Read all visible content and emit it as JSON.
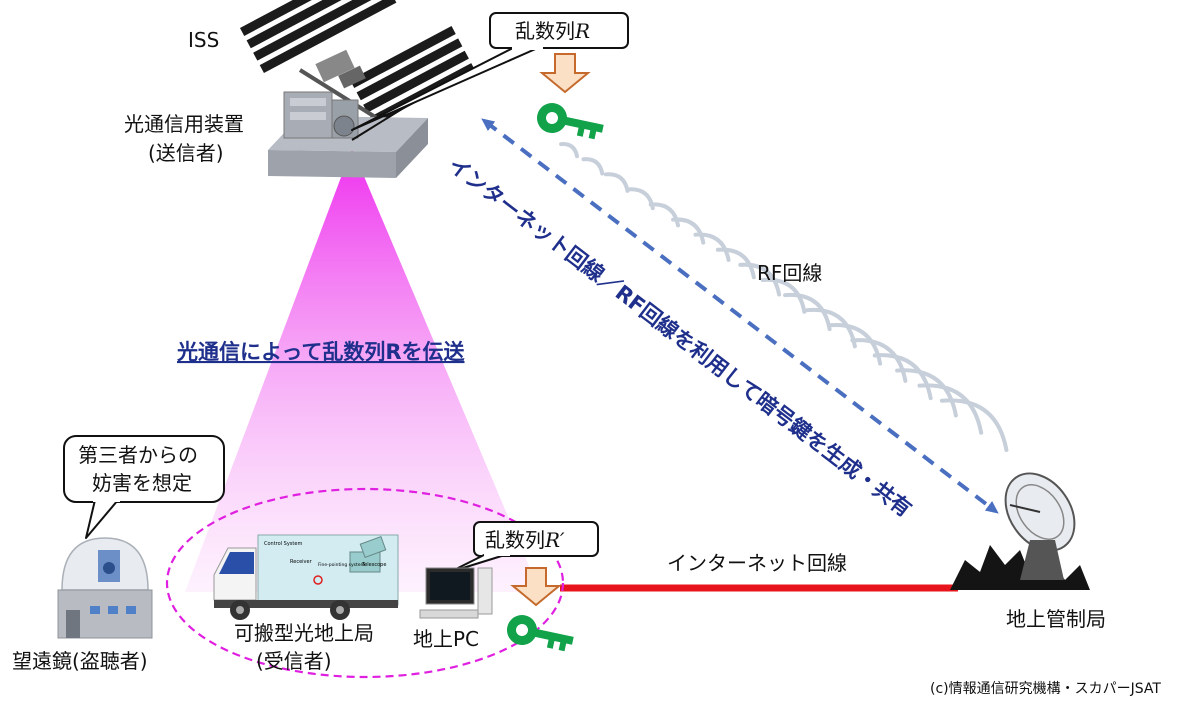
{
  "labels": {
    "iss": "ISS",
    "iss_device_line1": "光通信用装置",
    "iss_device_line2": "(送信者)",
    "random_r_prefix": "乱数列",
    "random_r_symbol": "R",
    "random_r2_prefix": "乱数列",
    "random_r2_symbol": "R′",
    "optical_transmission": "光通信によって乱数列Rを伝送",
    "diagonal_link": "インターネット回線／RF回線を利用して暗号鍵を生成・共有",
    "rf_link": "RF回線",
    "internet_link": "インターネット回線",
    "eavesdrop_bubble_line1": "第三者からの",
    "eavesdrop_bubble_line2": "妨害を想定",
    "telescope_line1": "望遠鏡(盗聴者)",
    "portable_station_line1": "可搬型光地上局",
    "portable_station_line2": "(受信者)",
    "ground_pc": "地上PC",
    "ground_control": "地上管制局",
    "copyright": "(c)情報通信研究機構・スカパーJSAT",
    "truck_sub_labels": [
      "Control System",
      "Receiver",
      "Fine-pointing system",
      "Telescope"
    ]
  },
  "colors": {
    "beam": "#ee22ee",
    "dashed_arrow": "#4a6fc0",
    "internet_line": "#e8141b",
    "key": "#12a24a",
    "down_arrow_fill": "#fbe0c6",
    "down_arrow_stroke": "#c56a2c",
    "title_text": "#1f2f8c",
    "ellipse": "#e020e0",
    "rf_wave": "#c7cfda"
  }
}
